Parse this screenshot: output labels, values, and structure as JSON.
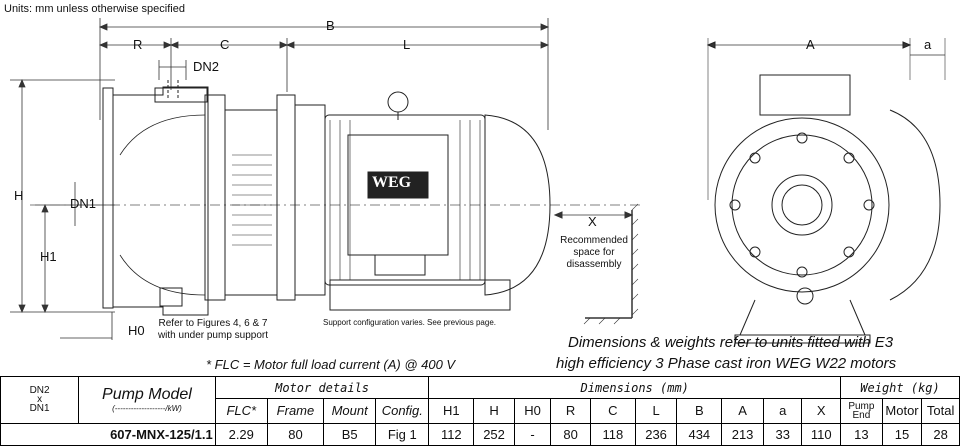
{
  "drawing": {
    "units_note": "Units: mm unless otherwise specified",
    "labels": {
      "B": "B",
      "R": "R",
      "C": "C",
      "L": "L",
      "DN2": "DN2",
      "DN1": "DN1",
      "H": "H",
      "H1": "H1",
      "H0": "H0",
      "X": "X",
      "A": "A",
      "a": "a"
    },
    "motor_brand": "WEG",
    "notes": {
      "recommended_space": [
        "Recommended",
        "space for",
        "disassembly"
      ],
      "support_refer": [
        "Refer to Figures 4, 6 & 7",
        "with under pump support"
      ],
      "support_config": "Support configuration varies. See previous page."
    },
    "caption_lines": [
      "Dimensions & weights refer to units fitted with E3",
      "high efficiency 3 Phase cast iron WEG W22 motors"
    ],
    "flc_note": "* FLC = Motor full load current (A) @ 400 V"
  },
  "table": {
    "dn_header": [
      "DN2",
      "x",
      "DN1"
    ],
    "pump_model_header": "Pump Model",
    "pump_model_sub": "(-------------------/kW)",
    "groups": {
      "motor": "Motor details",
      "dimensions": "Dimensions (mm)",
      "weight": "Weight (kg)"
    },
    "columns": {
      "flc": "FLC*",
      "frame": "Frame",
      "mount": "Mount",
      "config": "Config.",
      "H1": "H1",
      "H": "H",
      "H0": "H0",
      "R": "R",
      "C": "C",
      "L": "L",
      "B": "B",
      "A": "A",
      "a": "a",
      "X": "X",
      "pump_end": "Pump End",
      "motor_w": "Motor",
      "total": "Total"
    },
    "row": {
      "model": "607-MNX-125/1.1",
      "flc": "2.29",
      "frame": "80",
      "mount": "B5",
      "config": "Fig 1",
      "H1": "112",
      "H": "252",
      "H0": "-",
      "R": "80",
      "C": "118",
      "L": "236",
      "B": "434",
      "A": "213",
      "a": "33",
      "X": "110",
      "pump_end": "13",
      "motor_w": "15",
      "total": "28"
    }
  }
}
